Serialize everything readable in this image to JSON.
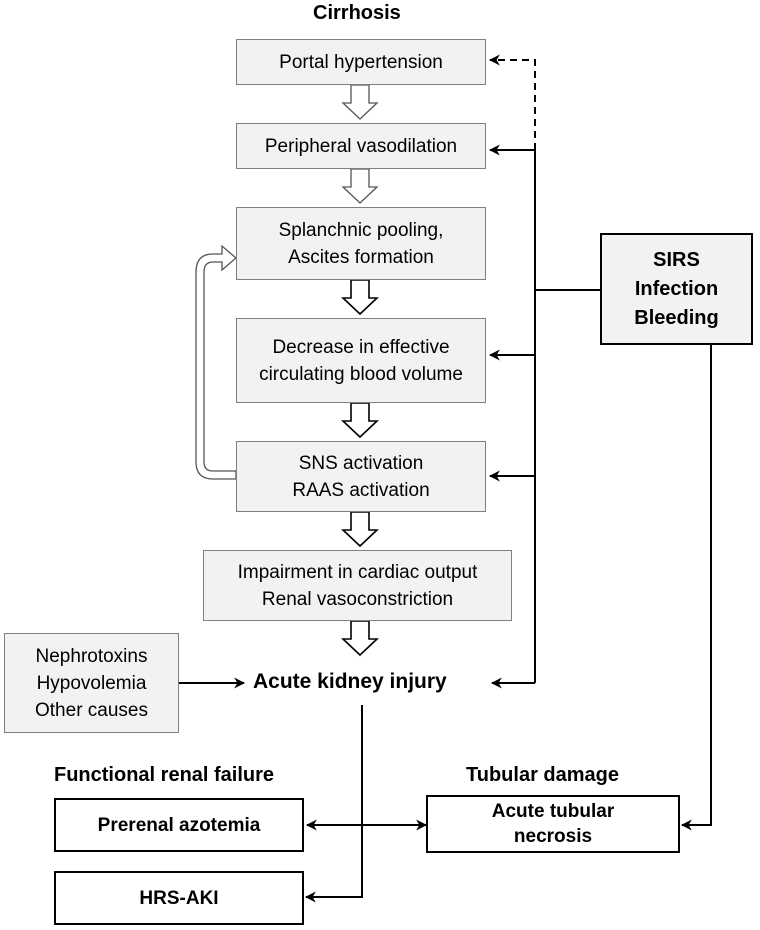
{
  "title": "Cirrhosis",
  "cascade": {
    "portal_hypertension": "Portal hypertension",
    "peripheral_vasodilation": "Peripheral vasodilation",
    "splanchnic": [
      "Splanchnic pooling,",
      "Ascites formation"
    ],
    "decrease": [
      "Decrease in effective",
      "circulating blood volume"
    ],
    "sns": [
      "SNS activation",
      "RAAS activation"
    ],
    "impairment": [
      "Impairment in cardiac output",
      "Renal vasoconstriction"
    ]
  },
  "sirs": [
    "SIRS",
    "Infection",
    "Bleeding"
  ],
  "other_causes": [
    "Nephrotoxins",
    "Hypovolemia",
    "Other causes"
  ],
  "aki": "Acute kidney injury",
  "functional_heading": "Functional renal failure",
  "tubular_heading": "Tubular damage",
  "prerenal": "Prerenal azotemia",
  "atn": [
    "Acute tubular",
    "necrosis"
  ],
  "hrs": "HRS-AKI",
  "colors": {
    "box_fill": "#f2f2f2",
    "box_border": "#7f7f7f",
    "line": "#000000"
  }
}
